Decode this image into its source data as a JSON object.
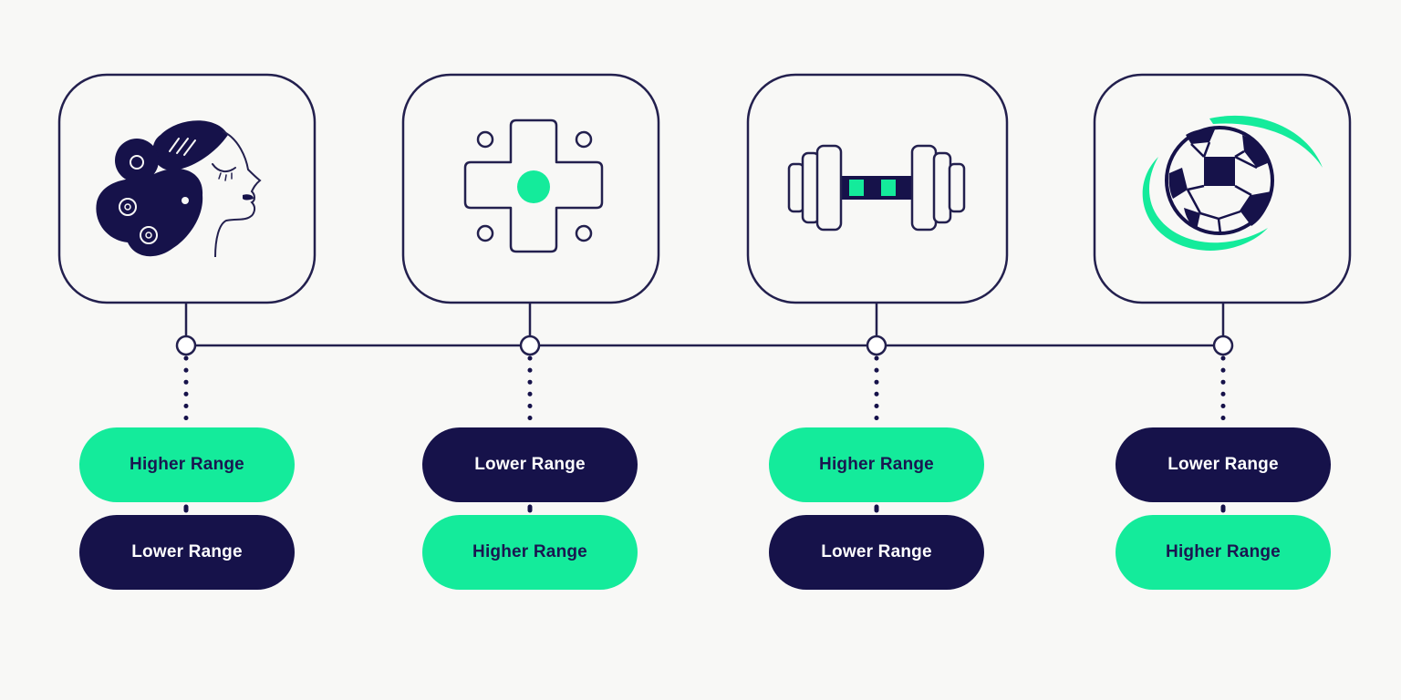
{
  "colors": {
    "navy": "#16124a",
    "green": "#14eb9b",
    "line": "#23204e",
    "background": "#f8f8f6"
  },
  "nodes": [
    {
      "icon": "woman-profile-icon",
      "pills": [
        {
          "label": "Higher Range",
          "kind": "higher"
        },
        {
          "label": "Lower Range",
          "kind": "lower"
        }
      ]
    },
    {
      "icon": "gamepad-dpad-icon",
      "pills": [
        {
          "label": "Lower Range",
          "kind": "lower"
        },
        {
          "label": "Higher Range",
          "kind": "higher"
        }
      ]
    },
    {
      "icon": "dumbbell-icon",
      "pills": [
        {
          "label": "Higher Range",
          "kind": "higher"
        },
        {
          "label": "Lower Range",
          "kind": "lower"
        }
      ]
    },
    {
      "icon": "soccer-ball-icon",
      "pills": [
        {
          "label": "Lower Range",
          "kind": "lower"
        },
        {
          "label": "Higher Range",
          "kind": "higher"
        }
      ]
    }
  ]
}
